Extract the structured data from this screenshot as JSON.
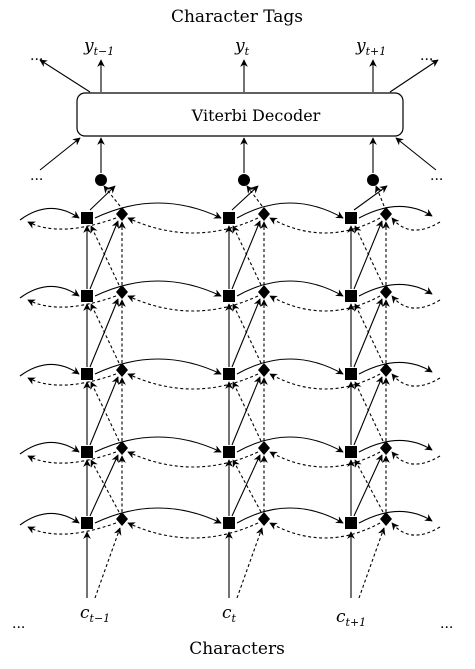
{
  "diagram": {
    "top_title": "Character Tags",
    "bottom_title": "Characters",
    "decoder_label": "Viterbi Decoder",
    "ellipsis": "...",
    "outputs": [
      {
        "base": "y",
        "sub": "t−1"
      },
      {
        "base": "y",
        "sub": "t"
      },
      {
        "base": "y",
        "sub": "t+1"
      }
    ],
    "inputs": [
      {
        "base": "c",
        "sub": "t−1"
      },
      {
        "base": "c",
        "sub": "t"
      },
      {
        "base": "c",
        "sub": "t+1"
      }
    ],
    "layer_count": 5
  }
}
